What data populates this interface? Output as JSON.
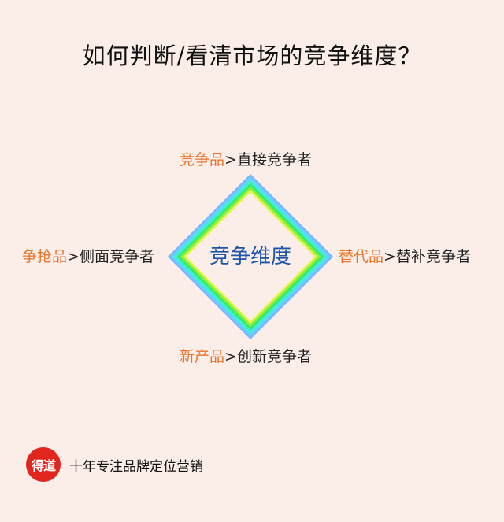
{
  "title": "如何判断/看清市场的竞争维度？",
  "center_label": "竞争维度",
  "nodes": {
    "top": {
      "key": "竞争品",
      "sep": ">",
      "desc": "直接竞争者"
    },
    "bottom": {
      "key": "新产品",
      "sep": ">",
      "desc": "创新竞争者"
    },
    "left": {
      "key": "争抢品",
      "sep": ">",
      "desc": "侧面竞争者"
    },
    "right": {
      "key": "替代品",
      "sep": ">",
      "desc": "替补竞争者"
    }
  },
  "brand": {
    "seal_text": "得道",
    "slogan": "十年专注品牌定位营销"
  },
  "colors": {
    "background": "#fbeee9",
    "key_text": "#e8742a",
    "center_text": "#1f55a6",
    "seal": "#e0261f"
  }
}
